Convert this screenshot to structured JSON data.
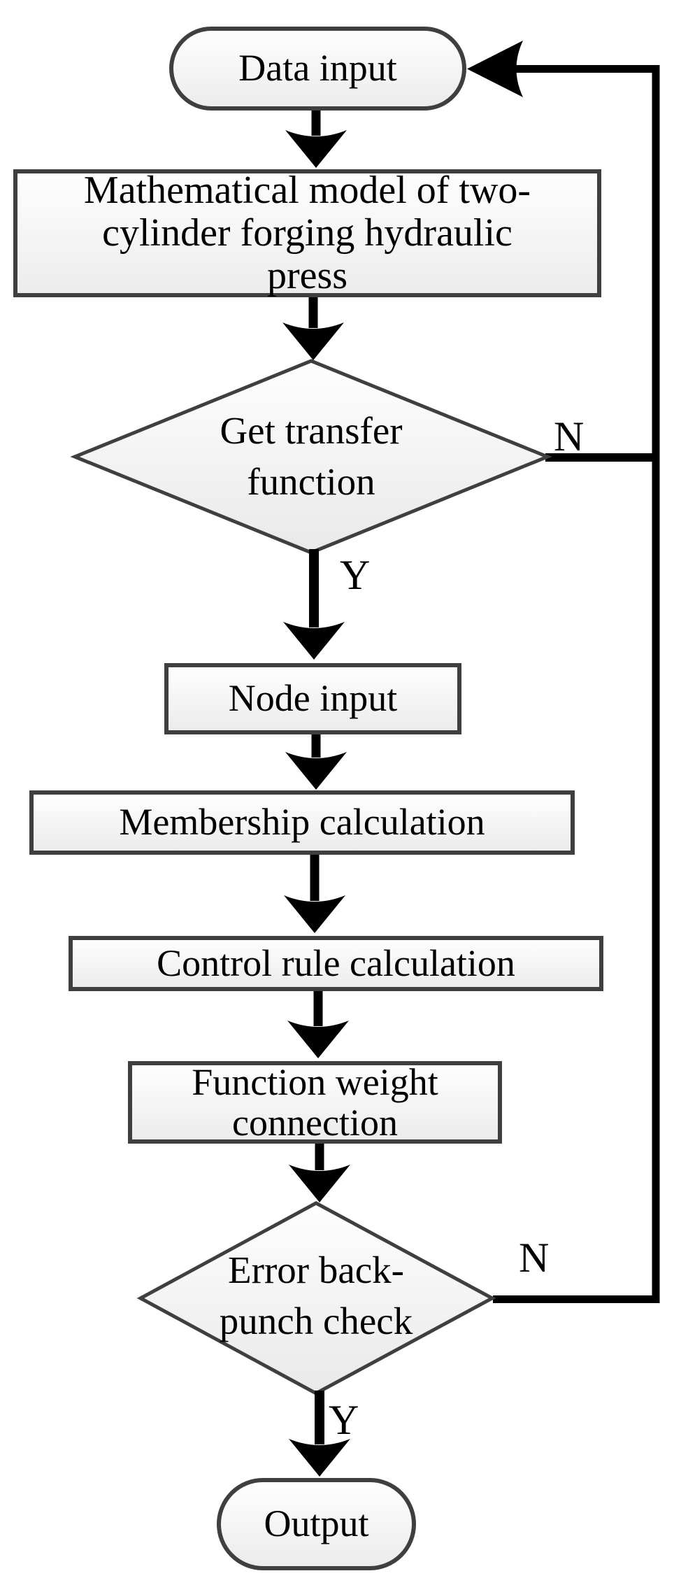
{
  "diagram": {
    "type": "flowchart",
    "background": "#ffffff",
    "colors": {
      "shape_stroke": "#3f3f3f",
      "shape_fill_top": "#fefefe",
      "shape_fill_bottom": "#ececec",
      "connector": "#000000",
      "text": "#000000"
    },
    "nodes": {
      "data_input": {
        "shape": "terminator",
        "label": "Data input"
      },
      "math_model": {
        "shape": "process",
        "label": "Mathematical model of two-cylinder forging hydraulic press",
        "lines": [
          "Mathematical model of two-",
          "cylinder forging hydraulic",
          "press"
        ]
      },
      "get_transfer": {
        "shape": "decision",
        "label": "Get transfer function",
        "lines": [
          "Get transfer",
          "function"
        ]
      },
      "node_input": {
        "shape": "process",
        "label": "Node input"
      },
      "membership": {
        "shape": "process",
        "label": "Membership calculation"
      },
      "control_rule": {
        "shape": "process",
        "label": "Control rule calculation"
      },
      "function_weight": {
        "shape": "process",
        "label": "Function weight connection",
        "lines": [
          "Function weight",
          "connection"
        ]
      },
      "error_back": {
        "shape": "decision",
        "label": "Error back-punch check",
        "lines": [
          "Error back-",
          "punch check"
        ]
      },
      "output": {
        "shape": "terminator",
        "label": "Output"
      }
    },
    "branch_labels": {
      "get_transfer_no": "N",
      "get_transfer_yes": "Y",
      "error_back_no": "N",
      "error_back_yes": "Y"
    },
    "edges": [
      {
        "from": "data_input",
        "to": "math_model",
        "label": ""
      },
      {
        "from": "math_model",
        "to": "get_transfer",
        "label": ""
      },
      {
        "from": "get_transfer",
        "to": "node_input",
        "label": "Y"
      },
      {
        "from": "get_transfer",
        "to": "data_input",
        "label": "N"
      },
      {
        "from": "node_input",
        "to": "membership",
        "label": ""
      },
      {
        "from": "membership",
        "to": "control_rule",
        "label": ""
      },
      {
        "from": "control_rule",
        "to": "function_weight",
        "label": ""
      },
      {
        "from": "function_weight",
        "to": "error_back",
        "label": ""
      },
      {
        "from": "error_back",
        "to": "output",
        "label": "Y"
      },
      {
        "from": "error_back",
        "to": "data_input",
        "label": "N"
      }
    ]
  }
}
